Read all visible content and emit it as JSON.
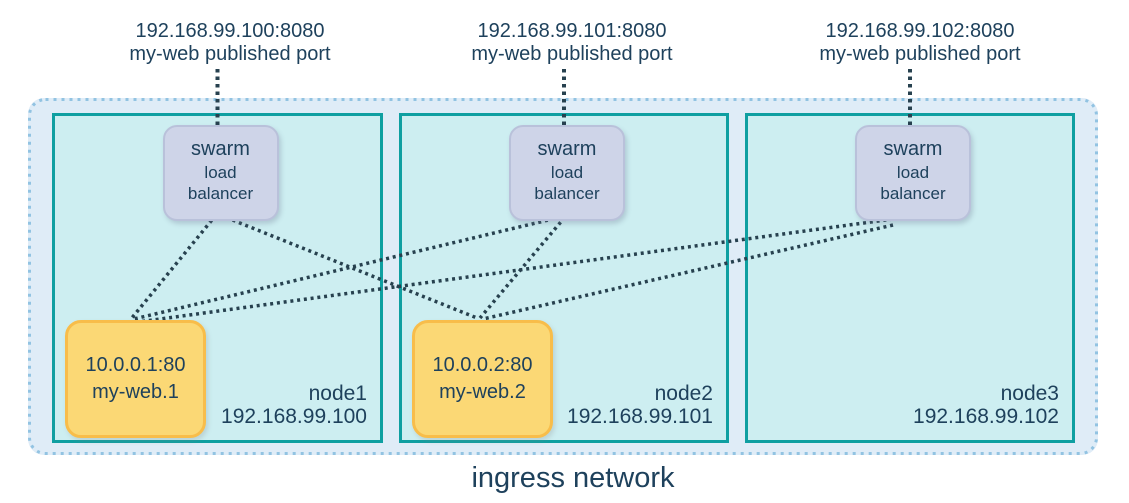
{
  "title": "ingress network",
  "published_ports": [
    {
      "address": "192.168.99.100:8080",
      "caption": "my-web published port"
    },
    {
      "address": "192.168.99.101:8080",
      "caption": "my-web published port"
    },
    {
      "address": "192.168.99.102:8080",
      "caption": "my-web published port"
    }
  ],
  "nodes": [
    {
      "name": "node1",
      "ip": "192.168.99.100",
      "lb": {
        "line1": "swarm",
        "line2": "load",
        "line3": "balancer"
      },
      "task": {
        "address": "10.0.0.1:80",
        "name": "my-web.1"
      }
    },
    {
      "name": "node2",
      "ip": "192.168.99.101",
      "lb": {
        "line1": "swarm",
        "line2": "load",
        "line3": "balancer"
      },
      "task": {
        "address": "10.0.0.2:80",
        "name": "my-web.2"
      }
    },
    {
      "name": "node3",
      "ip": "192.168.99.102",
      "lb": {
        "line1": "swarm",
        "line2": "load",
        "line3": "balancer"
      }
    }
  ],
  "connections": [
    {
      "from": "published-port 192.168.99.100:8080",
      "to": "node1 swarm load balancer",
      "style": "dotted"
    },
    {
      "from": "published-port 192.168.99.101:8080",
      "to": "node2 swarm load balancer",
      "style": "dotted"
    },
    {
      "from": "published-port 192.168.99.102:8080",
      "to": "node3 swarm load balancer",
      "style": "dotted"
    },
    {
      "from": "node1 swarm load balancer",
      "to": "my-web.1",
      "style": "dotted"
    },
    {
      "from": "node1 swarm load balancer",
      "to": "my-web.2",
      "style": "dotted"
    },
    {
      "from": "node2 swarm load balancer",
      "to": "my-web.1",
      "style": "dotted"
    },
    {
      "from": "node2 swarm load balancer",
      "to": "my-web.2",
      "style": "dotted"
    },
    {
      "from": "node3 swarm load balancer",
      "to": "my-web.1",
      "style": "dotted"
    },
    {
      "from": "node3 swarm load balancer",
      "to": "my-web.2",
      "style": "dotted"
    }
  ],
  "colors": {
    "text": "#1e415c",
    "node_border": "#0f9fa1",
    "node_fill": "#cdeef1",
    "ingress_fill": "#dfecf7",
    "ingress_border": "#92c3e2",
    "lb_fill": "#ced4e8",
    "lb_border": "#b9c1da",
    "task_fill": "#fbd875",
    "task_border": "#f8bd4a",
    "connection_line": "#27414f"
  }
}
